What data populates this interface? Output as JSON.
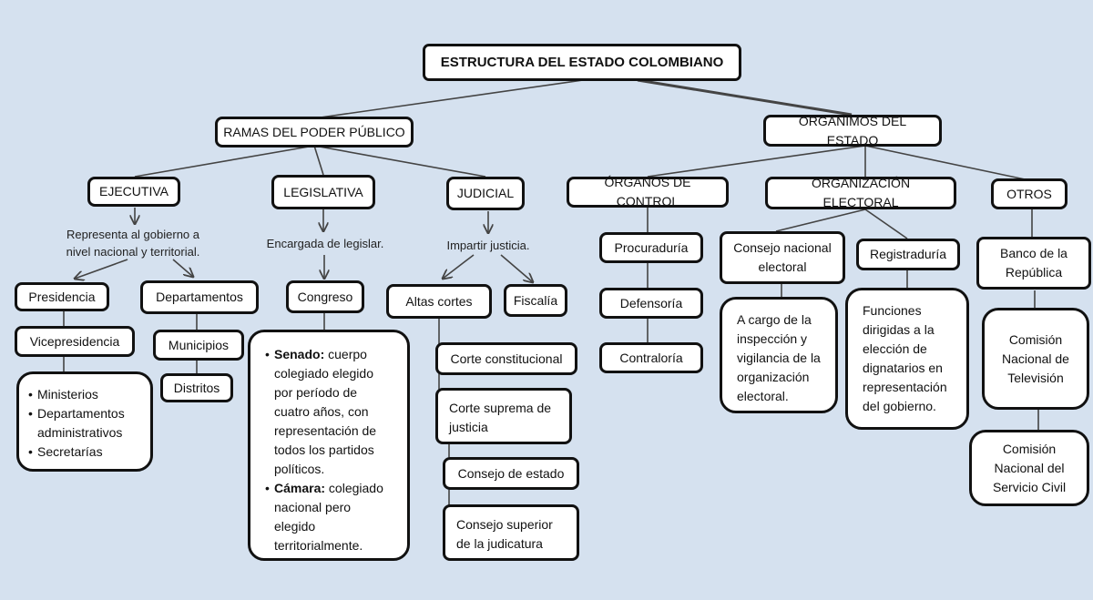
{
  "title": "ESTRUCTURA DEL ESTADO COLOMBIANO",
  "ramas": {
    "label": "RAMAS DEL PODER PÚBLICO",
    "ejecutiva": {
      "label": "EJECUTIVA",
      "caption": [
        "Representa al gobierno a",
        "nivel nacional y territorial."
      ],
      "presidencia": "Presidencia",
      "vicepresidencia": "Vicepresidencia",
      "items": [
        "Ministerios",
        "Departamentos administrativos",
        "Secretarías"
      ],
      "departamentos": "Departamentos",
      "municipios": "Municipios",
      "distritos": "Distritos"
    },
    "legislativa": {
      "label": "LEGISLATIVA",
      "caption": "Encargada de legislar.",
      "congreso": "Congreso",
      "senado_term": "Senado:",
      "senado_desc": "cuerpo colegiado elegido por período de cuatro años, con representación de todos los partidos políticos.",
      "camara_term": "Cámara:",
      "camara_desc": "colegiado nacional pero elegido territorialmente."
    },
    "judicial": {
      "label": "JUDICIAL",
      "caption": "Impartir justicia.",
      "altas_cortes": "Altas cortes",
      "fiscalia": "Fiscalía",
      "cortes": [
        "Corte constitucional",
        "Corte suprema de justicia",
        "Consejo de estado",
        "Consejo superior de la judicatura"
      ]
    }
  },
  "organismos": {
    "label": "ORGANIMOS DEL ESTADO",
    "control": {
      "label": "ÓRGANOS DE CONTROL",
      "items": [
        "Procuraduría",
        "Defensoría",
        "Contraloría"
      ]
    },
    "electoral": {
      "label": "ORGANIZACIÓN ELECTORAL",
      "cne": "Consejo nacional electoral",
      "cne_desc": "A cargo de la inspección y vigilancia de la organización electoral.",
      "registraduria": "Registraduría",
      "registraduria_desc": "Funciones dirigidas a la elección de dignatarios en representación del gobierno."
    },
    "otros": {
      "label": "OTROS",
      "items": [
        "Banco de la República",
        "Comisión Nacional de Televisión",
        "Comisión Nacional del Servicio Civil"
      ]
    }
  }
}
